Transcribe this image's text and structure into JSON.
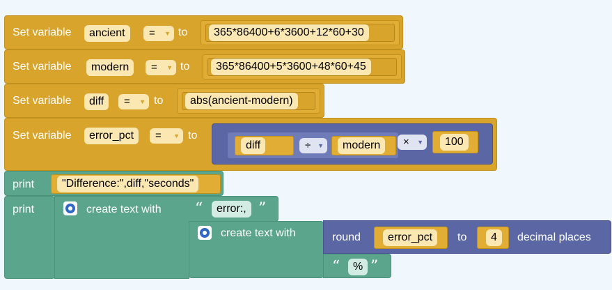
{
  "blocks": {
    "set1": {
      "label": "Set variable",
      "var": "ancient",
      "op": "=",
      "to": "to",
      "value": "365*86400+6*3600+12*60+30"
    },
    "set2": {
      "label": "Set variable",
      "var": "modern",
      "op": "=",
      "to": "to",
      "value": "365*86400+5*3600+48*60+45"
    },
    "set3": {
      "label": "Set variable",
      "var": "diff",
      "op": "=",
      "to": "to",
      "value": "abs(ancient-modern)"
    },
    "set4": {
      "label": "Set variable",
      "var": "error_pct",
      "op": "=",
      "to": "to",
      "divide": {
        "left": "diff",
        "op": "÷",
        "right": "modern"
      },
      "multiply": {
        "op": "×",
        "value": "100"
      }
    },
    "print1": {
      "label": "print",
      "value": "\"Difference:\",diff,\"seconds\""
    },
    "print2": {
      "label": "print",
      "create1": {
        "label": "create text with",
        "text": "error:,"
      },
      "create2": {
        "label": "create text with"
      },
      "round": {
        "label": "round",
        "var": "error_pct",
        "to": "to",
        "places": "4",
        "suffix": "decimal places"
      },
      "percent": "%"
    }
  },
  "icons": {
    "dropdown": "▼",
    "gear": "gear-icon",
    "open_quote": "“",
    "close_quote": "”"
  },
  "colors": {
    "variable": "#d9a42c",
    "math": "#5b67a5",
    "text": "#5ba58c",
    "field": "#fbe7b1",
    "background": "#f0f8fe"
  }
}
